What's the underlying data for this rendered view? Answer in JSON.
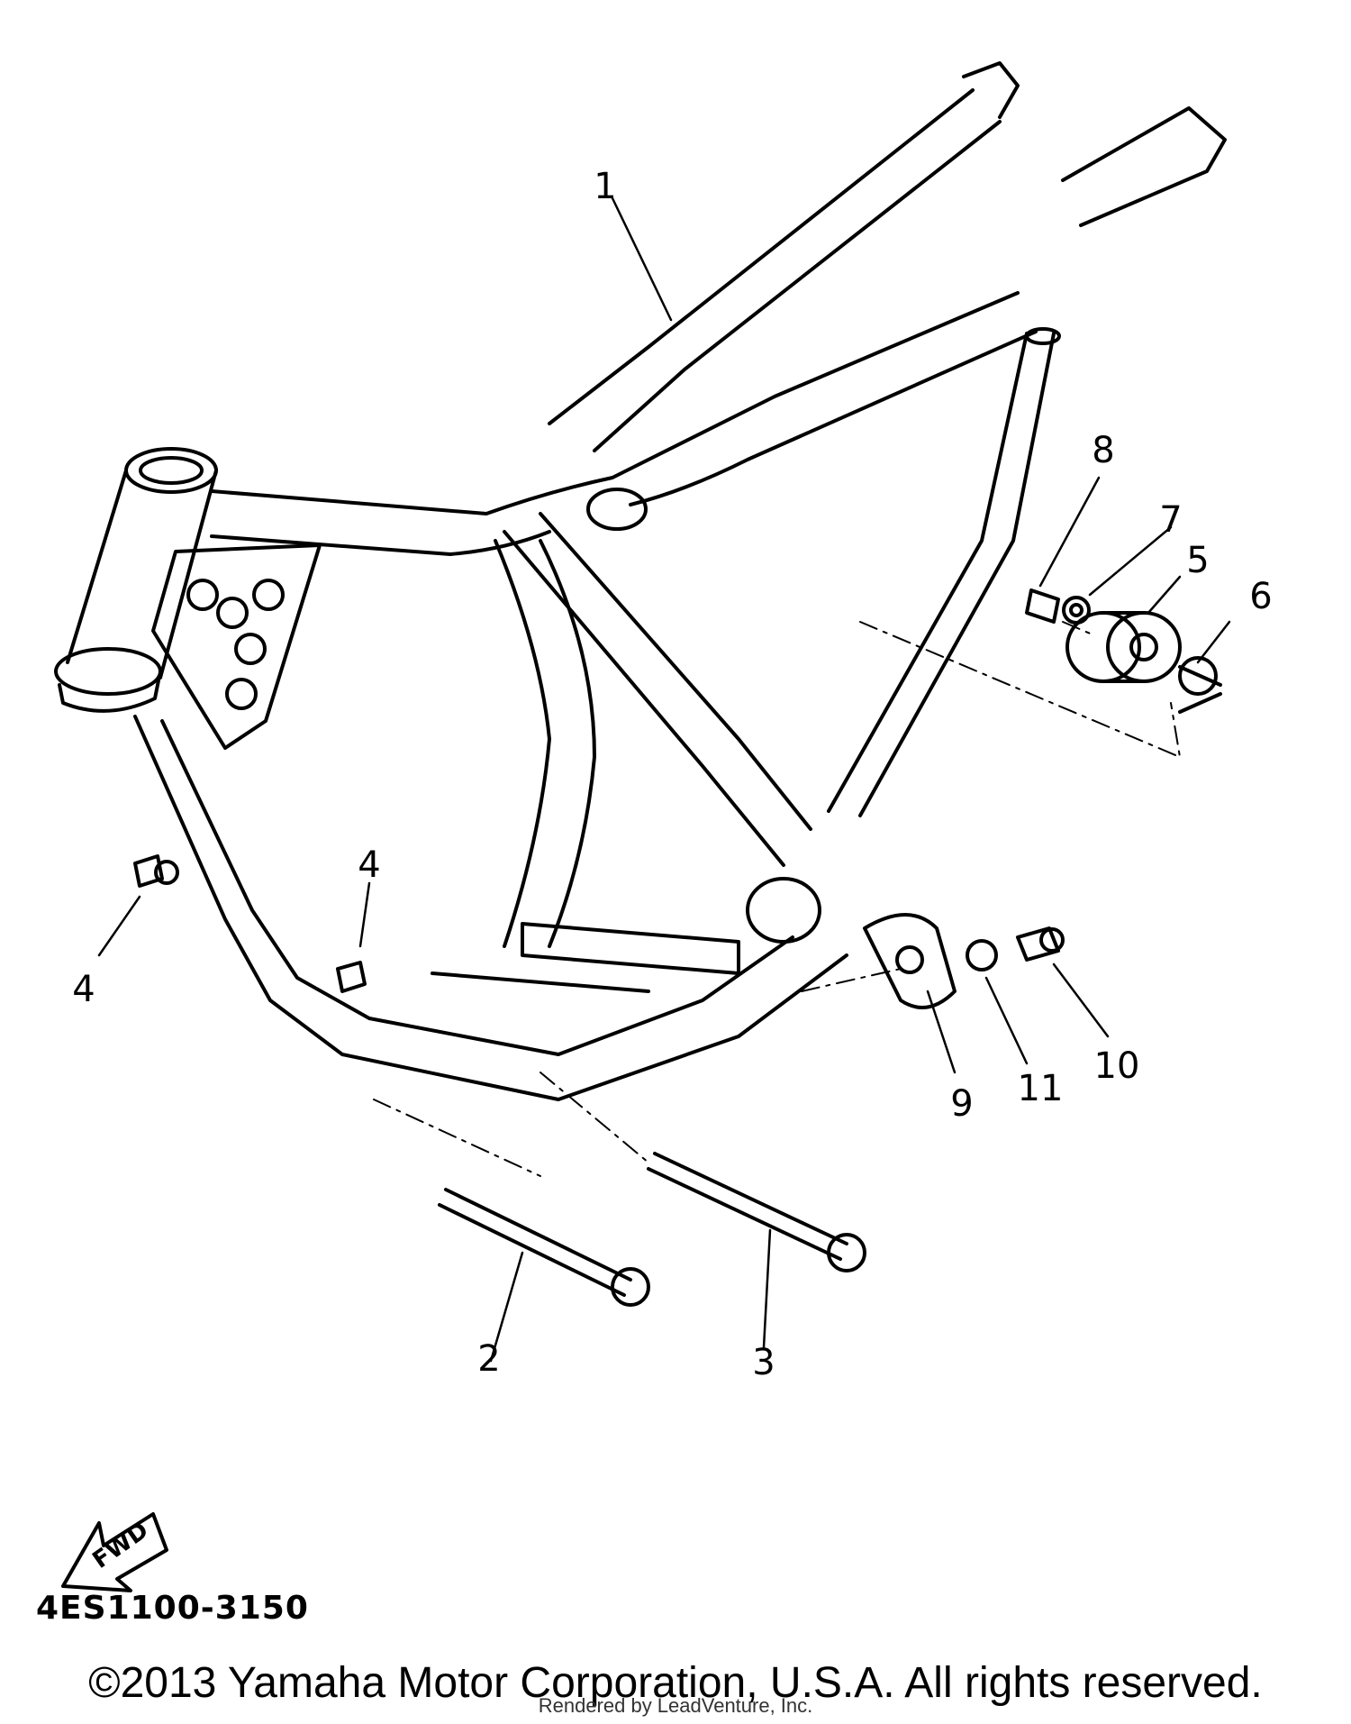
{
  "callouts": [
    {
      "label": "1"
    },
    {
      "label": "2"
    },
    {
      "label": "3"
    },
    {
      "label": "4"
    },
    {
      "label": "4"
    },
    {
      "label": "5"
    },
    {
      "label": "6"
    },
    {
      "label": "7"
    },
    {
      "label": "8"
    },
    {
      "label": "9"
    },
    {
      "label": "10"
    },
    {
      "label": "11"
    }
  ],
  "fwd_label": "FWD",
  "diagram_code": "4ES1100-3150",
  "copyright": "©2013 Yamaha Motor Corporation, U.S.A. All rights reserved.",
  "rendered_by": "Rendered by LeadVenture, Inc.",
  "colors": {
    "line": "#000000",
    "background": "#ffffff"
  }
}
